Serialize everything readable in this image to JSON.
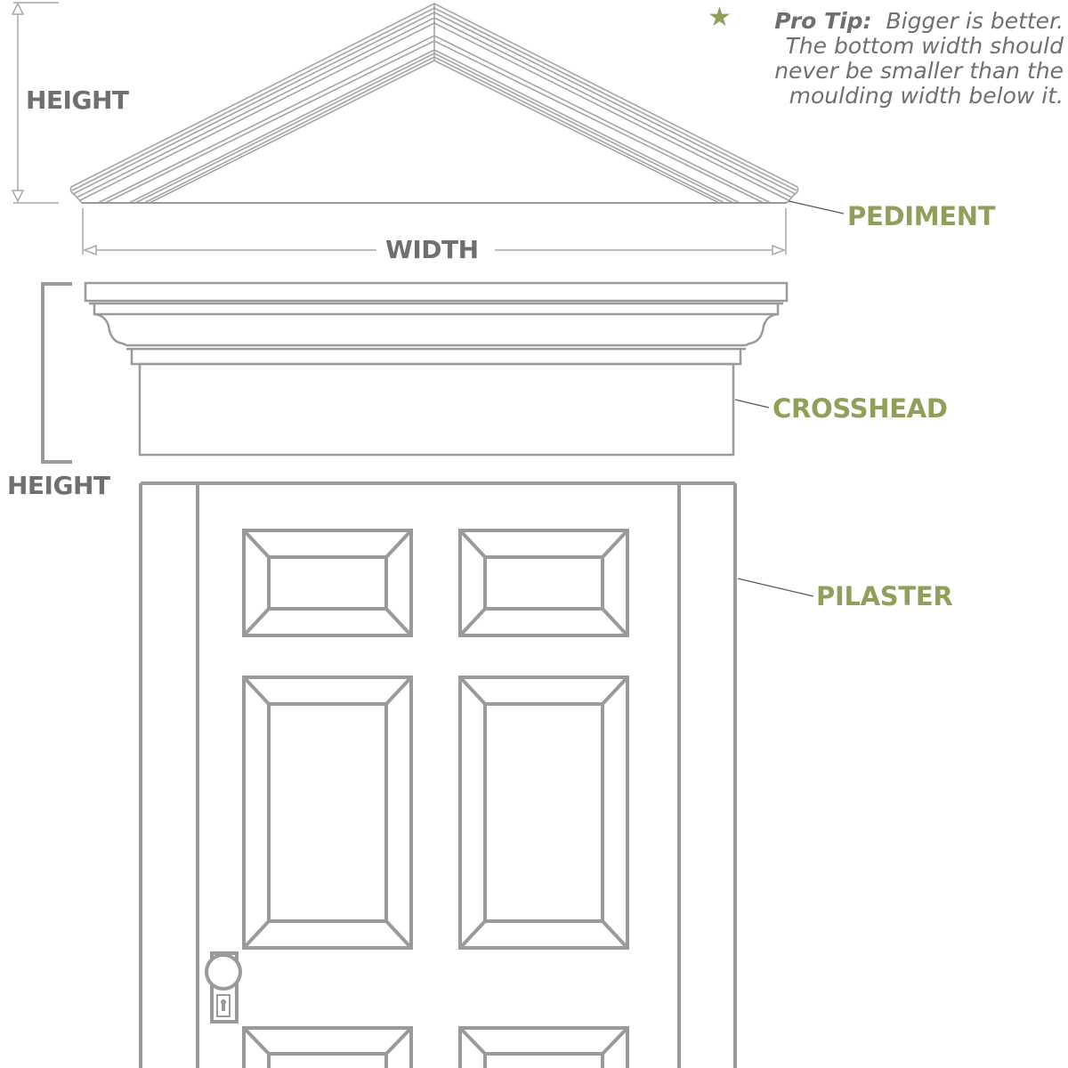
{
  "colors": {
    "line": "#9a9a9a",
    "line_dark": "#8c8c8c",
    "dim_text": "#6f6f6f",
    "accent_green": "#8fa05a",
    "background": "#ffffff"
  },
  "pro_tip": {
    "icon": "star-icon",
    "star_glyph": "★",
    "heading": "Pro Tip:",
    "lines": [
      "Bigger is better.",
      "The bottom width should",
      "never be smaller than the",
      "moulding width below it."
    ]
  },
  "dimensions": {
    "pediment_height_label": "HEIGHT",
    "pediment_width_label": "WIDTH",
    "crosshead_height_label": "HEIGHT"
  },
  "parts": {
    "pediment": "PEDIMENT",
    "crosshead": "CROSSHEAD",
    "pilaster": "PILASTER"
  },
  "door": {
    "panels": 6,
    "hardware": [
      "doorknob",
      "keyhole-escutcheon"
    ]
  }
}
